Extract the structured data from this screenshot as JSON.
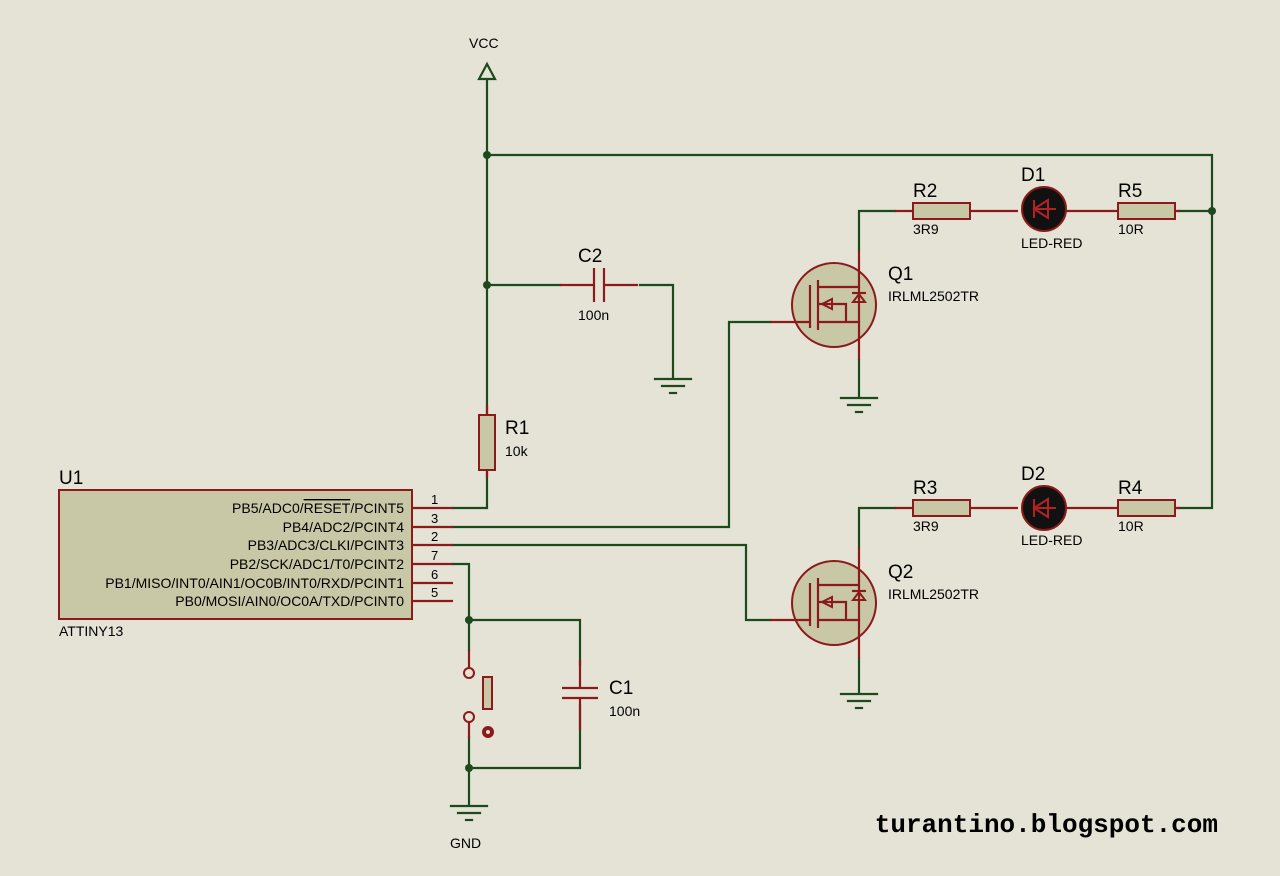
{
  "labels": {
    "vcc": "VCC",
    "gnd": "GND",
    "watermark": "turantino.blogspot.com"
  },
  "components": {
    "u1": {
      "ref": "U1",
      "value": "ATTINY13"
    },
    "r1": {
      "ref": "R1",
      "value": "10k"
    },
    "r2": {
      "ref": "R2",
      "value": "3R9"
    },
    "r3": {
      "ref": "R3",
      "value": "3R9"
    },
    "r4": {
      "ref": "R4",
      "value": "10R"
    },
    "r5": {
      "ref": "R5",
      "value": "10R"
    },
    "c1": {
      "ref": "C1",
      "value": "100n"
    },
    "c2": {
      "ref": "C2",
      "value": "100n"
    },
    "d1": {
      "ref": "D1",
      "value": "LED-RED"
    },
    "d2": {
      "ref": "D2",
      "value": "LED-RED"
    },
    "q1": {
      "ref": "Q1",
      "value": "IRLML2502TR"
    },
    "q2": {
      "ref": "Q2",
      "value": "IRLML2502TR"
    }
  },
  "u1_pins": [
    {
      "num": "1",
      "name_pre": "PB5/ADC0/",
      "name_bar": "RESET",
      "name_post": "/PCINT5"
    },
    {
      "num": "3",
      "name_pre": "PB4/ADC2/PCINT4",
      "name_bar": "",
      "name_post": ""
    },
    {
      "num": "2",
      "name_pre": "PB3/ADC3/CLKI/PCINT3",
      "name_bar": "",
      "name_post": ""
    },
    {
      "num": "7",
      "name_pre": "PB2/SCK/ADC1/T0/PCINT2",
      "name_bar": "",
      "name_post": ""
    },
    {
      "num": "6",
      "name_pre": "PB1/MISO/INT0/AIN1/OC0B/INT0/RXD/PCINT1",
      "name_bar": "",
      "name_post": ""
    },
    {
      "num": "5",
      "name_pre": "PB0/MOSI/AIN0/OC0A/TXD/PCINT0",
      "name_bar": "",
      "name_post": ""
    }
  ],
  "colors": {
    "background": "#e4e3d6",
    "wire": "#1c4a1c",
    "component_outline": "#8b1a1a",
    "component_fill": "#c8c7a6",
    "led_body": "#111111"
  }
}
